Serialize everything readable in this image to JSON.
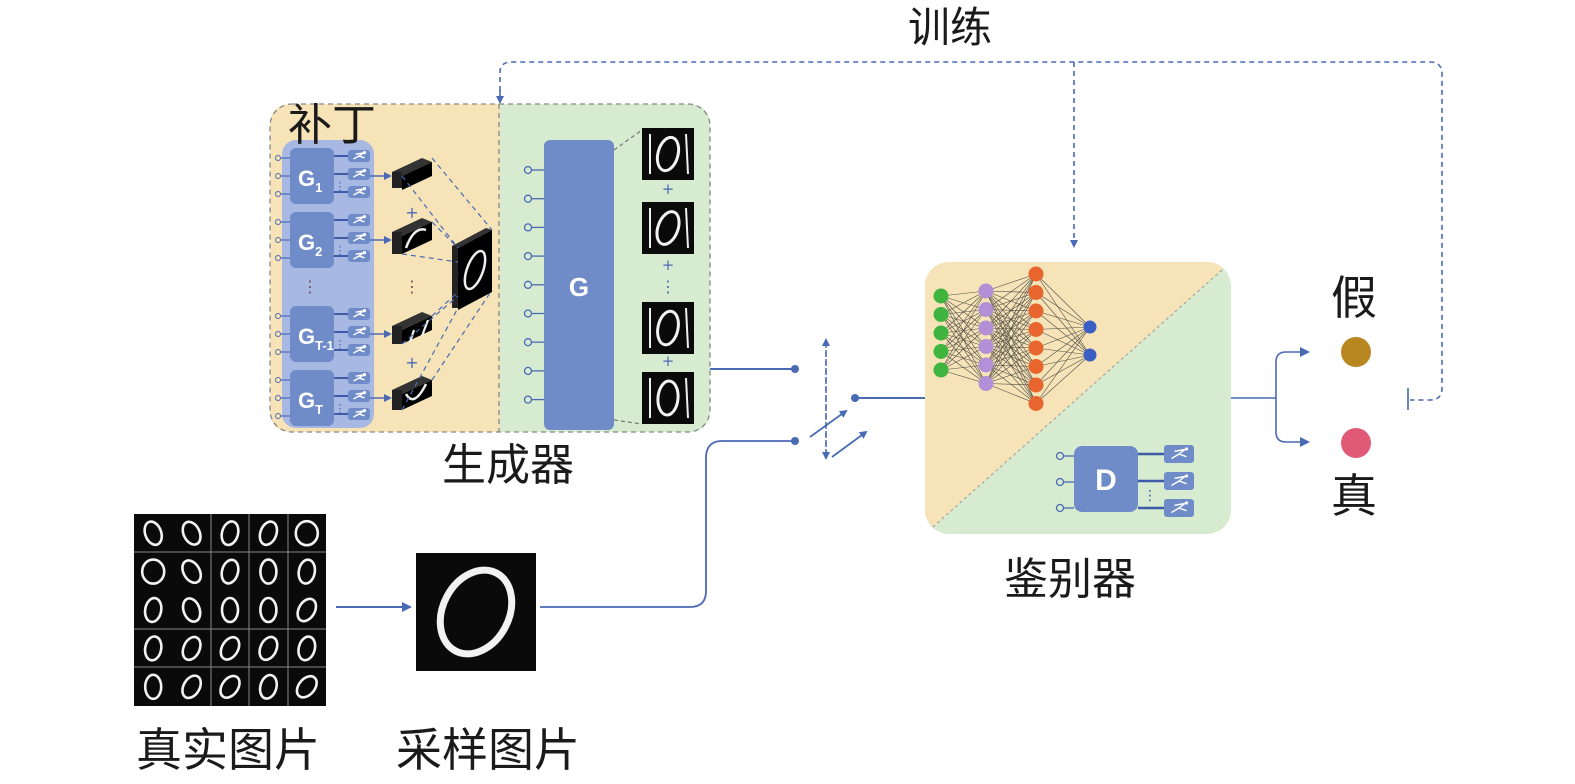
{
  "labels": {
    "training": "训练",
    "patch": "补丁",
    "generator": "生成器",
    "discriminator": "鉴别器",
    "fake": "假",
    "real": "真",
    "real_images": "真实图片",
    "sampled_image": "采样图片"
  },
  "patch_generators": [
    {
      "name": "G",
      "sub": "1"
    },
    {
      "name": "G",
      "sub": "2"
    },
    {
      "name": "G",
      "sub": "T-1"
    },
    {
      "name": "G",
      "sub": "T"
    }
  ],
  "main_generator": {
    "name": "G"
  },
  "discriminator_block": {
    "name": "D"
  },
  "symbols": {
    "plus": "+",
    "vdots": "⋮"
  },
  "neural_net_layers": [
    {
      "nodes": 5,
      "color": "#3fb43f"
    },
    {
      "nodes": 6,
      "color": "#b28fd6"
    },
    {
      "nodes": 8,
      "color": "#e8652e"
    },
    {
      "nodes": 2,
      "color": "#3a5fc4"
    }
  ],
  "colors": {
    "patch_bg": "#f6e4b8",
    "generator_bg": "#d6ebd0",
    "block_blue": "#6f8cc9",
    "block_light": "#a7b9e2",
    "line_blue": "#4a6ab5",
    "fake_dot": "#b8861f",
    "real_dot": "#e05a77"
  }
}
